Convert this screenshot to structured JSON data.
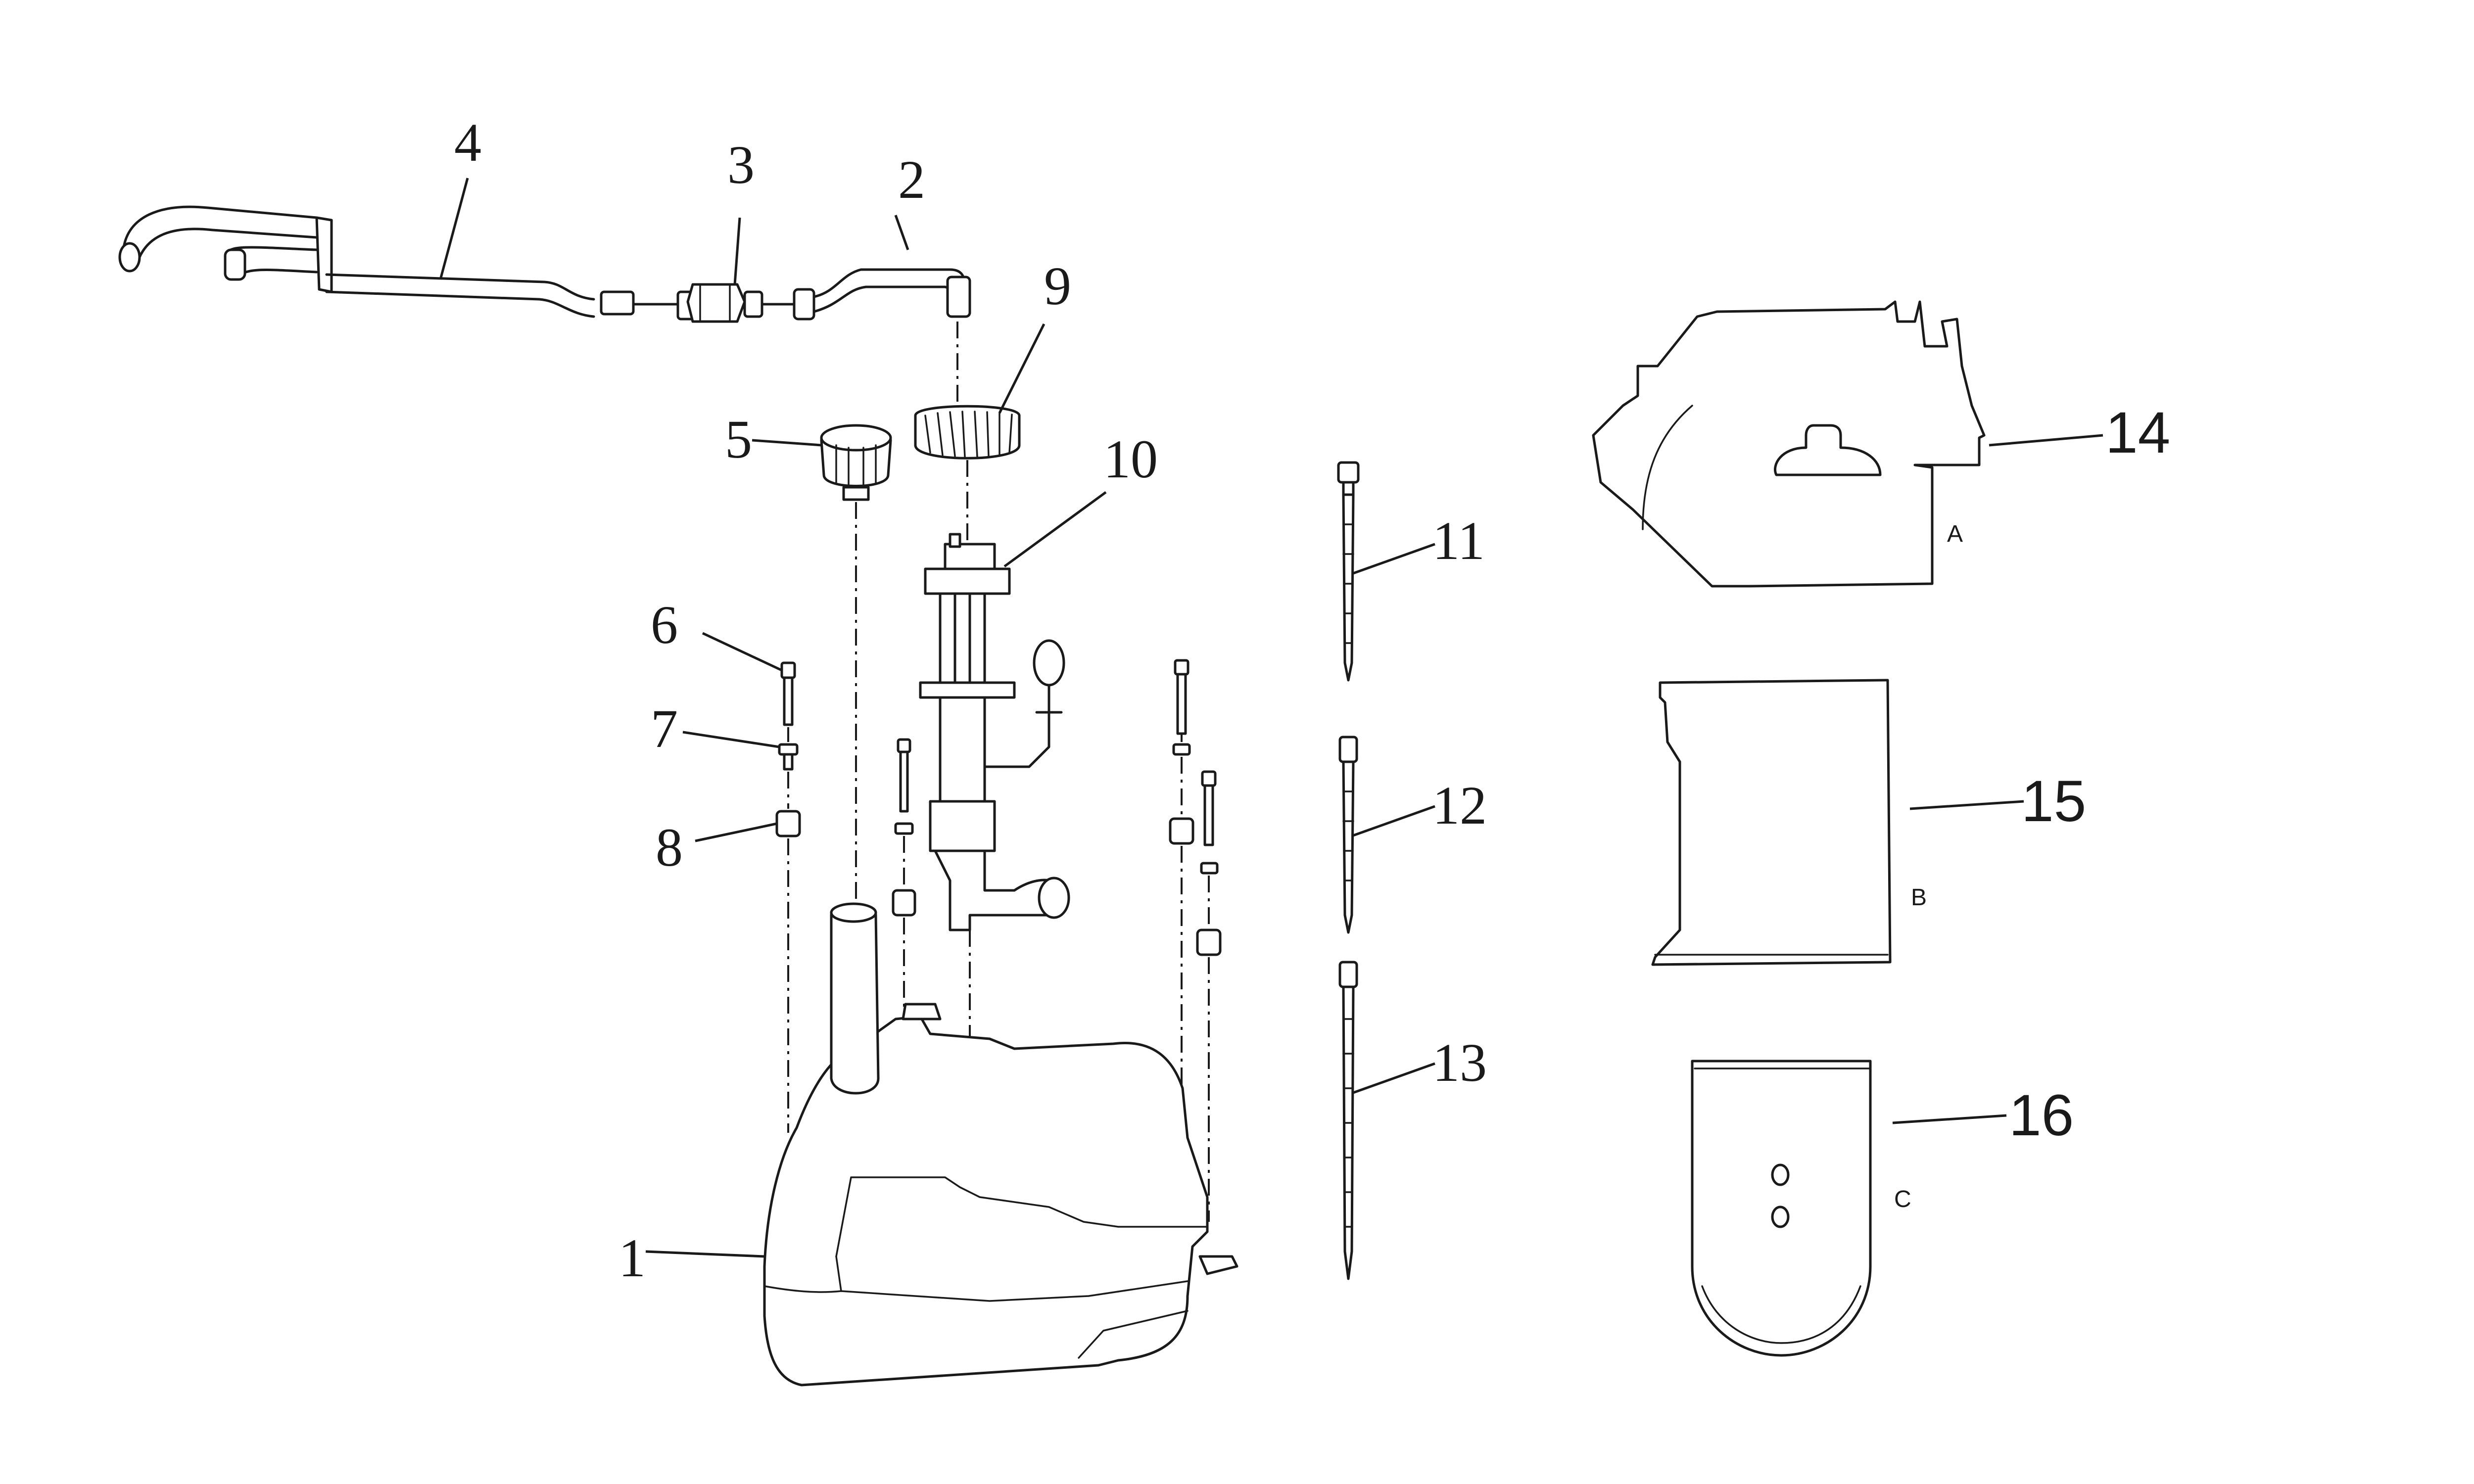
{
  "callouts": [
    {
      "id": "1",
      "label": "1"
    },
    {
      "id": "2",
      "label": "2"
    },
    {
      "id": "3",
      "label": "3"
    },
    {
      "id": "4",
      "label": "4"
    },
    {
      "id": "5",
      "label": "5"
    },
    {
      "id": "6",
      "label": "6"
    },
    {
      "id": "7",
      "label": "7"
    },
    {
      "id": "8",
      "label": "8"
    },
    {
      "id": "9",
      "label": "9"
    },
    {
      "id": "10",
      "label": "10"
    },
    {
      "id": "11",
      "label": "11"
    },
    {
      "id": "12",
      "label": "12"
    },
    {
      "id": "13",
      "label": "13"
    },
    {
      "id": "14",
      "label": "14"
    },
    {
      "id": "15",
      "label": "15"
    },
    {
      "id": "16",
      "label": "16"
    }
  ],
  "sheet_labels": {
    "a": "A",
    "b": "B",
    "c": "C"
  }
}
